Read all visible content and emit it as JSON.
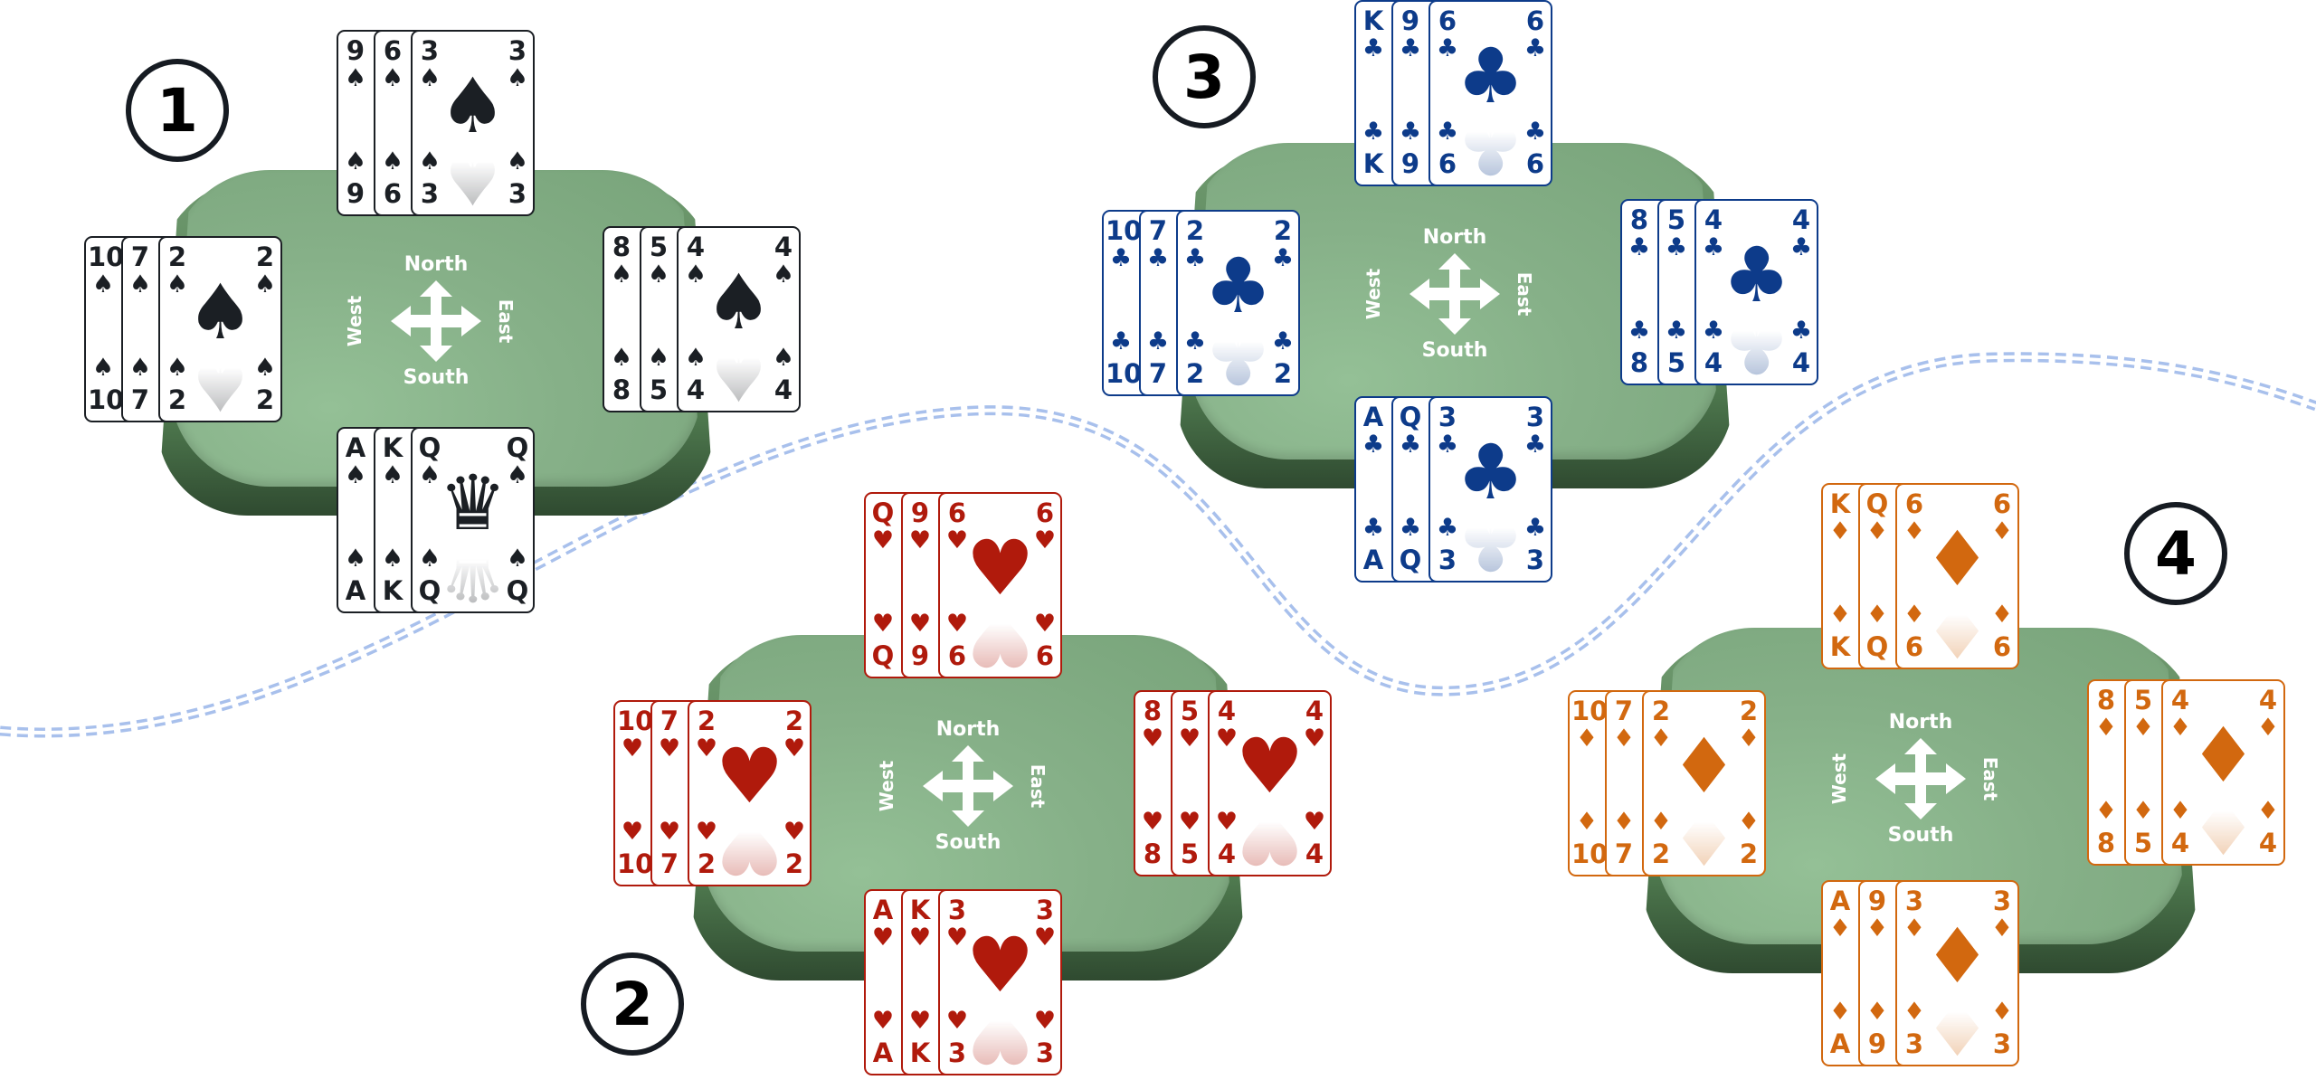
{
  "compass": {
    "north": "North",
    "south": "South",
    "east": "East",
    "west": "West"
  },
  "line_color": "#a8c0ec",
  "tables": [
    {
      "label": "1",
      "suit": "♠",
      "suit_name": "spades",
      "color": "#1b1f24",
      "hands": {
        "north": [
          "9",
          "6",
          "3"
        ],
        "west": [
          "10",
          "7",
          "2"
        ],
        "east": [
          "8",
          "5",
          "4"
        ],
        "south": [
          "A",
          "K",
          "Q"
        ]
      }
    },
    {
      "label": "2",
      "suit": "♥",
      "suit_name": "hearts",
      "color": "#b01a0c",
      "hands": {
        "north": [
          "Q",
          "9",
          "6"
        ],
        "west": [
          "10",
          "7",
          "2"
        ],
        "east": [
          "8",
          "5",
          "4"
        ],
        "south": [
          "A",
          "K",
          "3"
        ]
      }
    },
    {
      "label": "3",
      "suit": "♣",
      "suit_name": "clubs",
      "color": "#0d3b8a",
      "hands": {
        "north": [
          "K",
          "9",
          "6"
        ],
        "west": [
          "10",
          "7",
          "2"
        ],
        "east": [
          "8",
          "5",
          "4"
        ],
        "south": [
          "A",
          "Q",
          "3"
        ]
      }
    },
    {
      "label": "4",
      "suit": "♦",
      "suit_name": "diamonds",
      "color": "#d2680f",
      "hands": {
        "north": [
          "K",
          "Q",
          "6"
        ],
        "west": [
          "10",
          "7",
          "2"
        ],
        "east": [
          "8",
          "5",
          "4"
        ],
        "south": [
          "A",
          "9",
          "3"
        ]
      }
    }
  ]
}
